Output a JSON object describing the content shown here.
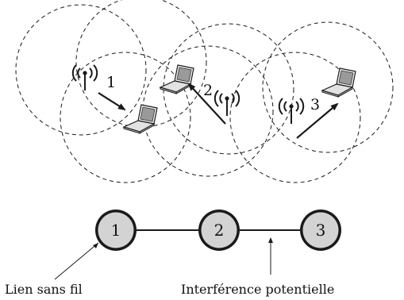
{
  "links": [
    {
      "id": "1",
      "label": "1"
    },
    {
      "id": "2",
      "label": "2"
    },
    {
      "id": "3",
      "label": "3"
    }
  ],
  "nodes": [
    {
      "id": "1",
      "label": "1"
    },
    {
      "id": "2",
      "label": "2"
    },
    {
      "id": "3",
      "label": "3"
    }
  ],
  "annotations": {
    "wireless_link": "Lien sans fil",
    "interference": "Interférence potentielle"
  },
  "colors": {
    "node_fill": "#d3d3d3",
    "stroke": "#1a1a1a",
    "background": "#ffffff"
  }
}
